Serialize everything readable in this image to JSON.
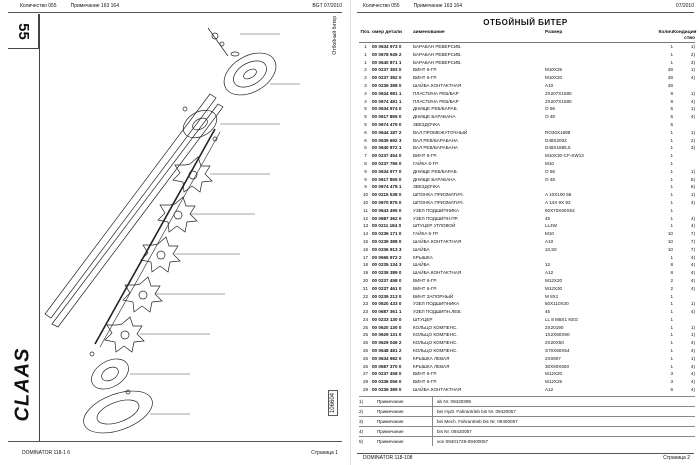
{
  "left_page": {
    "header": {
      "qty": "Количество 055",
      "note": "Примечание 163 164",
      "date": "BGT 07/2010"
    },
    "page_number": "55",
    "side_text": "Отбойный битер",
    "doc_number": "106604",
    "logo": "CLAAS",
    "footer": {
      "model": "DOMINATOR 118-1 6",
      "page": "Страница 1"
    }
  },
  "right_page": {
    "header": {
      "qty": "Количество 055",
      "note": "Примечание 163 164",
      "date": "07/2010"
    },
    "title": "ОТБОЙНЫЙ БИТЕР",
    "columns": {
      "pos": "Поз.",
      "num": "омер детали",
      "name": "аименование",
      "size": "Размер",
      "qty": "Колич",
      "cond": "Кондиция ство"
    },
    "rows": [
      {
        "pos": "1",
        "num": "00 0634 973 0",
        "name": "БАРАБАН РЕВЕРСИВ.",
        "size": "",
        "qty": "1",
        "cond": "1)"
      },
      {
        "pos": "1",
        "num": "00 0678 945 2",
        "name": "БАРАБАН РЕВЕРСИВ.",
        "size": "",
        "qty": "1",
        "cond": "2)"
      },
      {
        "pos": "1",
        "num": "00 0640 871 1",
        "name": "БАРАБАН РЕВЕРСИВ.",
        "size": "",
        "qty": "1",
        "cond": "3)"
      },
      {
        "pos": "2",
        "num": "00 0237 383 0",
        "name": "ВИНТ 6-ГР.",
        "size": "M10X25",
        "qty": "48",
        "cond": "1)"
      },
      {
        "pos": "2",
        "num": "00 0237 382 0",
        "name": "ВИНТ 6-ГР.",
        "size": "M10X20",
        "qty": "48",
        "cond": "4)"
      },
      {
        "pos": "3",
        "num": "00 0239 388 0",
        "name": "ШАЙБА КОНТАКТНАЯ",
        "size": "A10",
        "qty": "48",
        "cond": ""
      },
      {
        "pos": "4",
        "num": "00 0634 981 1",
        "name": "ПЛАСТИНА РЕБ/БАР",
        "size": "2X207X1590",
        "qty": "8",
        "cond": "1)"
      },
      {
        "pos": "4",
        "num": "00 0674 481 1",
        "name": "ПЛАСТИНА РЕБ/БАР",
        "size": "2X207X1590",
        "qty": "8",
        "cond": "4)"
      },
      {
        "pos": "5",
        "num": "00 0634 974 0",
        "name": "ДНИЩЕ РЕБ/БАРАБ.",
        "size": "O 56",
        "qty": "5",
        "cond": "1)"
      },
      {
        "pos": "5",
        "num": "00 0617 865 0",
        "name": "ДНИЩЕ БАРАБАНА",
        "size": "O 48",
        "qty": "5",
        "cond": "4)"
      },
      {
        "pos": "5",
        "num": "00 0674 479 0",
        "name": "ЗВЕЗДОЧКА",
        "size": "",
        "qty": "5",
        "cond": ""
      },
      {
        "pos": "6",
        "num": "00 0644 187 2",
        "name": "ВАЛ ПРОМЕЖУТОЧНЫЙ",
        "size": "RO30X1698",
        "qty": "1",
        "cond": "1)"
      },
      {
        "pos": "6",
        "num": "00 0639 692 3",
        "name": "ВАЛ РЕВ/БАРАБАНА",
        "size": "D48X2002",
        "qty": "1",
        "cond": "2)"
      },
      {
        "pos": "6",
        "num": "00 0640 872 1",
        "name": "ВАЛ РЕВ/БАРАБАНА",
        "size": "D48X1885,5",
        "qty": "1",
        "cond": "3)"
      },
      {
        "pos": "7",
        "num": "00 0237 454 0",
        "name": "ВИНТ 6-ГР.",
        "size": "M10X30-CF-SW13",
        "qty": "1",
        "cond": ""
      },
      {
        "pos": "8",
        "num": "00 0237 786 0",
        "name": "ГАЙКА 6-ГР.",
        "size": "M10",
        "qty": "1",
        "cond": ""
      },
      {
        "pos": "9",
        "num": "00 0634 977 0",
        "name": "ДНИЩЕ РЕБ/БАРАБ.",
        "size": "O 56",
        "qty": "1",
        "cond": "1)"
      },
      {
        "pos": "9",
        "num": "00 0617 865 0",
        "name": "ДНИЩЕ БАРАБАНА",
        "size": "O 48",
        "qty": "1",
        "cond": "5)"
      },
      {
        "pos": "9",
        "num": "00 0674 478 1",
        "name": "ЗВЕЗДОЧКА",
        "size": "",
        "qty": "1",
        "cond": "6)"
      },
      {
        "pos": "10",
        "num": "00 0215 538 0",
        "name": "ШПОНКА ПРИЗМАТИЧ.",
        "size": "A 10X100 56",
        "qty": "1",
        "cond": "1)"
      },
      {
        "pos": "10",
        "num": "00 0670 875 0",
        "name": "ШПОНКА ПРИЗМАТИЧ.",
        "size": "A 14X 9X 92",
        "qty": "1",
        "cond": "4)"
      },
      {
        "pos": "11",
        "num": "00 0643 495 0",
        "name": "УЗЕЛ ПОДШИПНИКА",
        "size": "50X70X60X54",
        "qty": "1",
        "cond": ""
      },
      {
        "pos": "12",
        "num": "00 0687 362 0",
        "name": "УЗЕЛ ПОДШИПН.ПР.",
        "size": "45",
        "qty": "1",
        "cond": "4)"
      },
      {
        "pos": "13",
        "num": "00 0211 184 0",
        "name": "ШТУЦЕР УГЛОВОЙ",
        "size": "LL4W",
        "qty": "1",
        "cond": "4)"
      },
      {
        "pos": "14",
        "num": "00 0236 171 0",
        "name": "ГАЙКА 6-ГР.",
        "size": "M10",
        "qty": "10",
        "cond": "7)"
      },
      {
        "pos": "15",
        "num": "00 0239 388 0",
        "name": "ШАЙБА КОНТАКТНАЯ",
        "size": "A10",
        "qty": "10",
        "cond": "7)"
      },
      {
        "pos": "16",
        "num": "00 0336 913 3",
        "name": "ШАЙБА",
        "size": "10,50",
        "qty": "10",
        "cond": "7)"
      },
      {
        "pos": "17",
        "num": "00 0665 972 2",
        "name": "КРЫШКА",
        "size": "",
        "qty": "1",
        "cond": "4)"
      },
      {
        "pos": "18",
        "num": "00 0235 134 3",
        "name": "ШАЙБА",
        "size": "12",
        "qty": "8",
        "cond": "4)"
      },
      {
        "pos": "19",
        "num": "00 0239 389 0",
        "name": "ШАЙБА КОНТАКТНАЯ",
        "size": "A12",
        "qty": "8",
        "cond": "4)"
      },
      {
        "pos": "20",
        "num": "00 0237 458 0",
        "name": "ВИНТ 6-ГР.",
        "size": "M12X20",
        "qty": "2",
        "cond": "4)"
      },
      {
        "pos": "21",
        "num": "00 0237 461 0",
        "name": "ВИНТ 6-ГР.",
        "size": "M12X30",
        "qty": "2",
        "cond": "4)"
      },
      {
        "pos": "22",
        "num": "00 0239 213 0",
        "name": "ВИНТ ЗАПОРНЫЙ",
        "size": "M 8X1",
        "qty": "1",
        "cond": ""
      },
      {
        "pos": "23",
        "num": "00 0620 433 0",
        "name": "УЗЕЛ ПОДШИПНИКА",
        "size": "50X110X30",
        "qty": "1",
        "cond": "1)"
      },
      {
        "pos": "23",
        "num": "00 0687 361 1",
        "name": "УЗЕЛ ПОДШИПН.ЛЕВ.",
        "size": "45",
        "qty": "1",
        "cond": "4)"
      },
      {
        "pos": "24",
        "num": "00 0233 130 0",
        "name": "ШТУЦЕР",
        "size": "LL 8 M8X1 KEG",
        "qty": "1",
        "cond": ""
      },
      {
        "pos": "25",
        "num": "00 0620 130 0",
        "name": "КОЛЬЦО КОМПЕНС.",
        "size": "2X20190",
        "qty": "1",
        "cond": "1)"
      },
      {
        "pos": "25",
        "num": "00 0629 131 0",
        "name": "КОЛЬЦО КОМПЕНС.",
        "size": "1X2X80X90",
        "qty": "1",
        "cond": "1)"
      },
      {
        "pos": "25",
        "num": "00 0629 046 2",
        "name": "КОЛЬЦО КОМПЕНС.",
        "size": "2X20X50",
        "qty": "1",
        "cond": "4)"
      },
      {
        "pos": "25",
        "num": "00 0648 481 2",
        "name": "КОЛЬЦО КОМПЕНС.",
        "size": "S70X80X54",
        "qty": "1",
        "cond": "4)"
      },
      {
        "pos": "26",
        "num": "00 0634 982 0",
        "name": "КРЫШКА ЛЕВАЯ",
        "size": "2X0907",
        "qty": "1",
        "cond": "1)"
      },
      {
        "pos": "26",
        "num": "00 0687 370 0",
        "name": "КРЫШКА ЛЕВАЯ",
        "size": "30X90X500",
        "qty": "1",
        "cond": "4)"
      },
      {
        "pos": "27",
        "num": "00 0237 458 0",
        "name": "ВИНТ 6-ГР.",
        "size": "M12X20",
        "qty": "3",
        "cond": "4)"
      },
      {
        "pos": "28",
        "num": "00 0336 056 0",
        "name": "ВИНТ 6-ГР.",
        "size": "M12X25",
        "qty": "3",
        "cond": "4)"
      },
      {
        "pos": "29",
        "num": "00 0239 389 0",
        "name": "ШАЙБА КОНТАКТНАЯ",
        "size": "A12",
        "qty": "6",
        "cond": "4)"
      }
    ],
    "notes": [
      {
        "num": "1)",
        "label": "Примечание",
        "text": "ab Nr. 09420399"
      },
      {
        "num": "2)",
        "label": "Примечание",
        "text": "bei Hydr. Fahrantrieb bis Nr. 09420057"
      },
      {
        "num": "3)",
        "label": "Примечание",
        "text": "bei Mech. Fahrantrieb bis Nr. 09400057"
      },
      {
        "num": "4)",
        "label": "Примечание",
        "text": "bis Nr. 09420057"
      },
      {
        "num": "5)",
        "label": "Примечание",
        "text": "von 09401728-09400057"
      }
    ],
    "footer": {
      "model": "DOMINATOR 118-108",
      "page": "Страница 2"
    }
  }
}
